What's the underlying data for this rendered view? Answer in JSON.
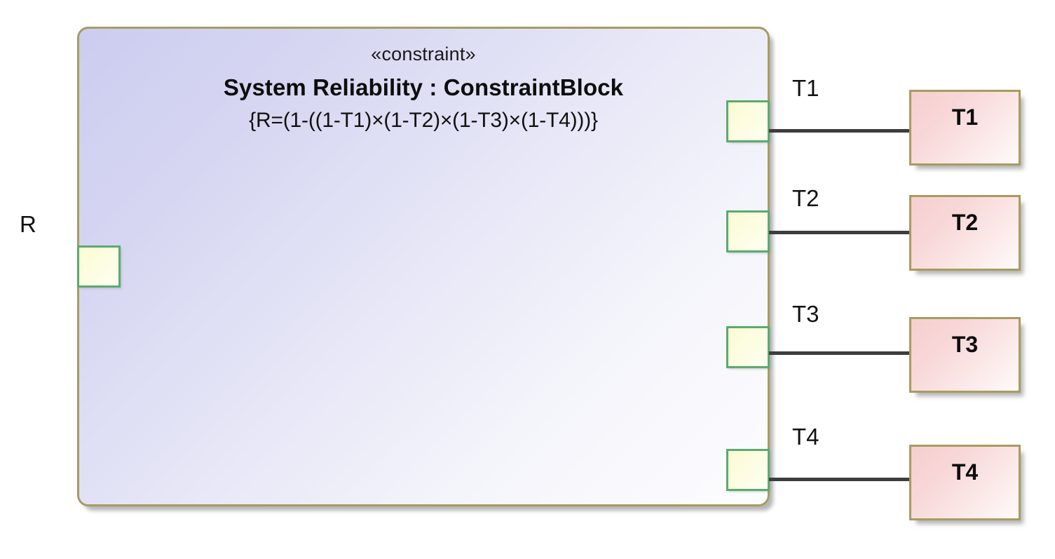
{
  "diagram": {
    "type": "sysml-constraint-block-diagram",
    "background_color": "#ffffff"
  },
  "constraint_block": {
    "stereotype": "«constraint»",
    "title": "System Reliability : ConstraintBlock",
    "constraint_expression": "{R=(1-((1-T1)×(1-T2)×(1-T3)×(1-T4)))}",
    "fill_color_start": "#ccccf0",
    "fill_color_end": "#fdfdff",
    "border_color": "#a89b60"
  },
  "ports": {
    "fill_color": "#fbfbd4",
    "border_color": "#5aab6e",
    "output": {
      "name": "R",
      "label": "R"
    },
    "inputs": [
      {
        "name": "T1",
        "label": "T1"
      },
      {
        "name": "T2",
        "label": "T2"
      },
      {
        "name": "T3",
        "label": "T3"
      },
      {
        "name": "T4",
        "label": "T4"
      }
    ]
  },
  "value_boxes": {
    "fill_color": "#f6cfd0",
    "border_color": "#a89b60",
    "items": [
      {
        "name": "T1",
        "label": "T1"
      },
      {
        "name": "T2",
        "label": "T2"
      },
      {
        "name": "T3",
        "label": "T3"
      },
      {
        "name": "T4",
        "label": "T4"
      }
    ]
  },
  "connectors": {
    "color": "#3d3d3d",
    "items": [
      {
        "from": "T1-port",
        "to": "T1-box"
      },
      {
        "from": "T2-port",
        "to": "T2-box"
      },
      {
        "from": "T3-port",
        "to": "T3-box"
      },
      {
        "from": "T4-port",
        "to": "T4-box"
      }
    ]
  }
}
